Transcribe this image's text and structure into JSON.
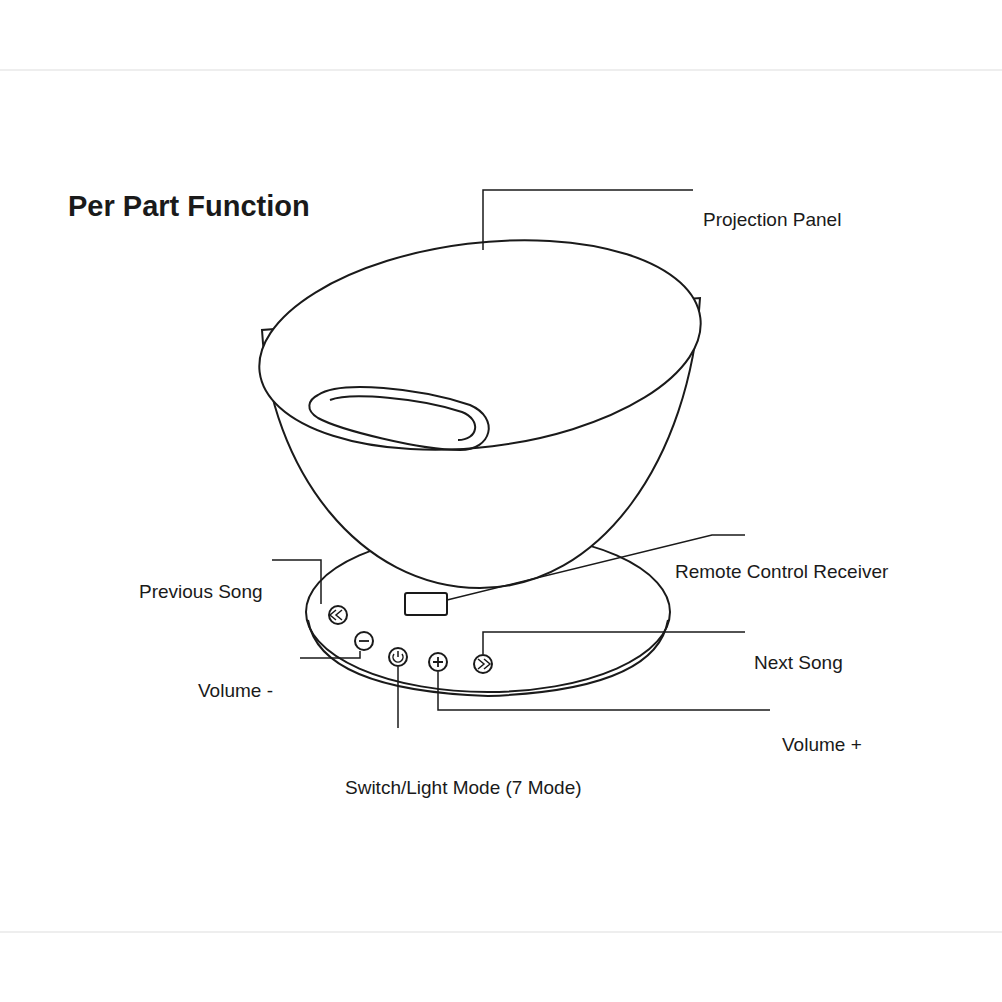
{
  "diagram": {
    "title": "Per Part Function",
    "labels": [
      "Projection Panel",
      "Remote Control Receiver",
      "Previous Song",
      "Next Song",
      "Volume -",
      "Volume +",
      "Switch/Light Mode (7 Mode)"
    ]
  }
}
